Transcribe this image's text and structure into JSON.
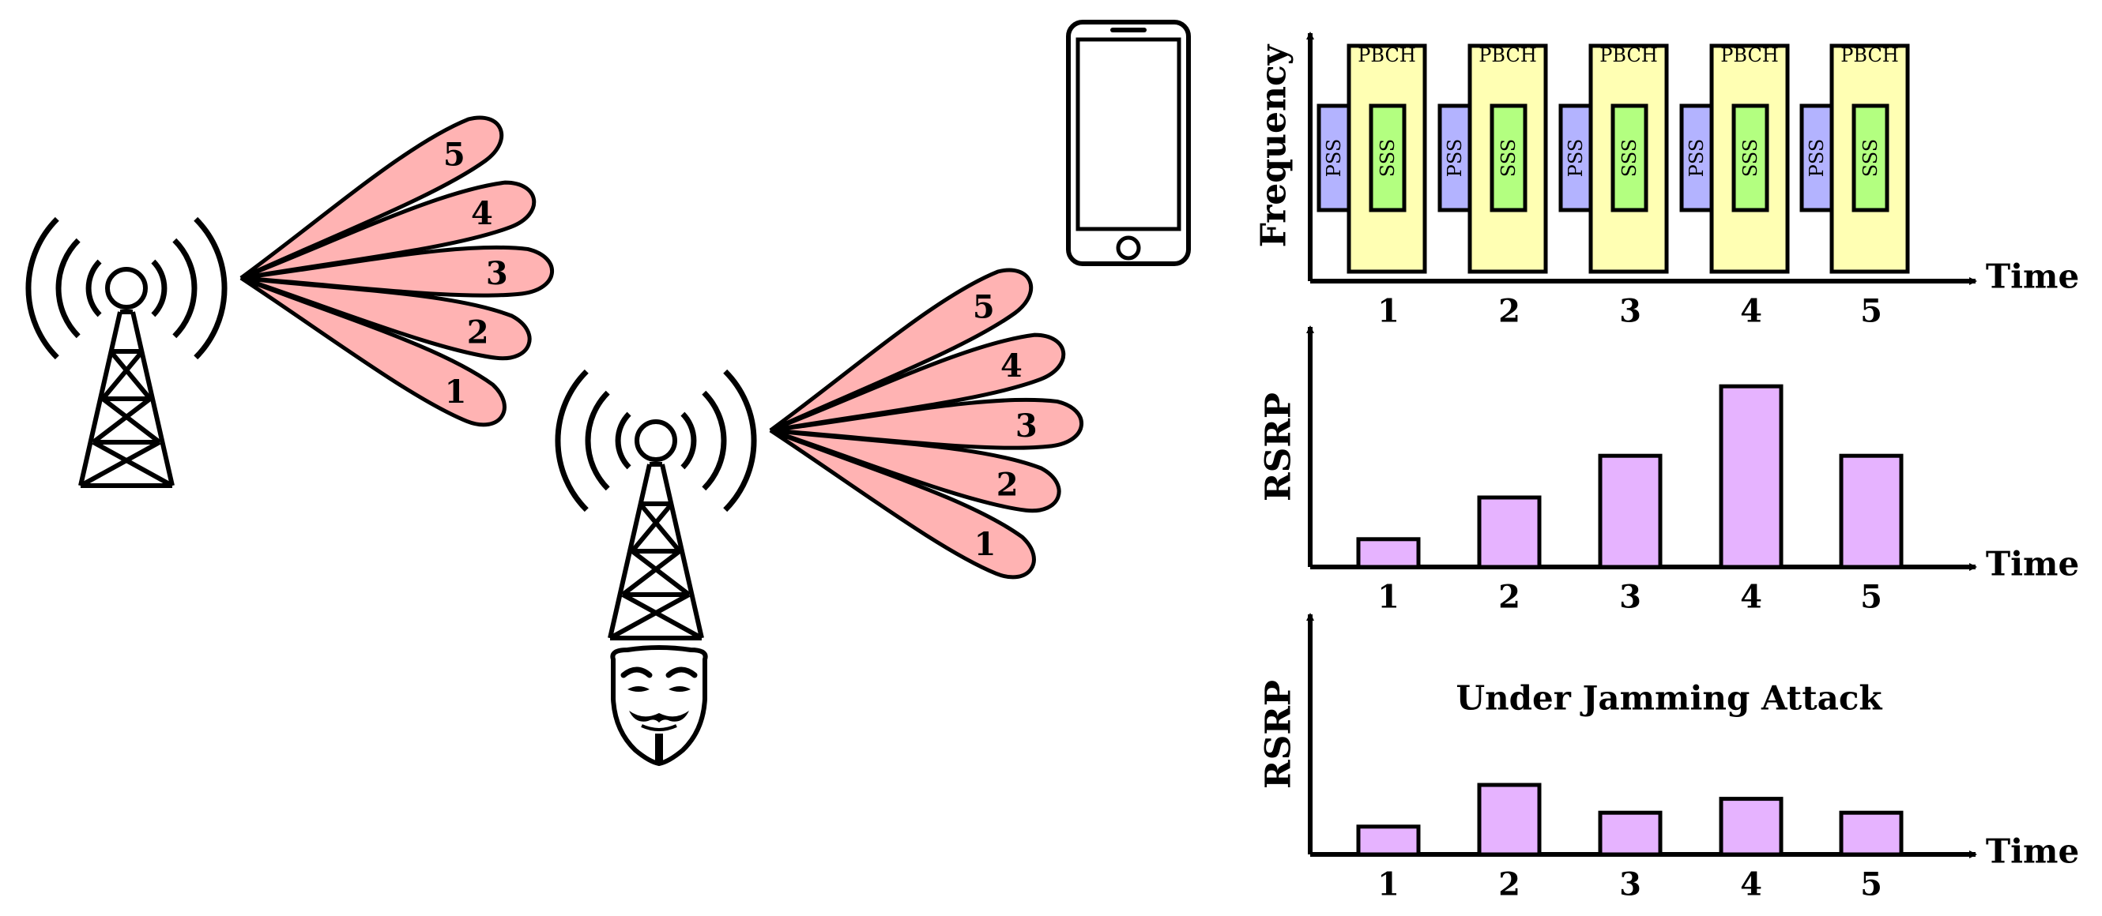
{
  "colors": {
    "beam_fill": "#ffb3b3",
    "pss_fill": "#b3b3ff",
    "sss_fill": "#b3ff80",
    "pbch_fill": "#ffffb3",
    "bar_fill": "#e6b3ff",
    "ink": "#000000"
  },
  "icons": {
    "legit_tower": "radio-tower-icon",
    "rogue_tower": "radio-tower-icon",
    "attacker": "anonymous-mask-icon",
    "device": "smartphone-icon"
  },
  "beams": {
    "legit": [
      {
        "label": "1"
      },
      {
        "label": "2"
      },
      {
        "label": "3"
      },
      {
        "label": "4"
      },
      {
        "label": "5"
      }
    ],
    "rogue": [
      {
        "label": "1"
      },
      {
        "label": "2"
      },
      {
        "label": "3"
      },
      {
        "label": "4"
      },
      {
        "label": "5"
      }
    ]
  },
  "ssb_chart": {
    "ylabel": "Frequency",
    "xlabel": "Time",
    "ticks": [
      "1",
      "2",
      "3",
      "4",
      "5"
    ],
    "pss_label": "PSS",
    "sss_label": "SSS",
    "pbch_label": "PBCH"
  },
  "chart_data": [
    {
      "type": "bar",
      "categories": [
        "1",
        "2",
        "3",
        "4",
        "5"
      ],
      "values": [
        2.0,
        5.0,
        8.0,
        13.0,
        8.0
      ],
      "ylim": [
        0,
        15
      ],
      "xlabel": "Time",
      "ylabel": "RSRP",
      "title": ""
    },
    {
      "type": "bar",
      "categories": [
        "1",
        "2",
        "3",
        "4",
        "5"
      ],
      "values": [
        2.0,
        5.0,
        3.0,
        4.0,
        3.0
      ],
      "ylim": [
        0,
        15
      ],
      "xlabel": "Time",
      "ylabel": "RSRP",
      "title": "Under Jamming Attack"
    }
  ]
}
